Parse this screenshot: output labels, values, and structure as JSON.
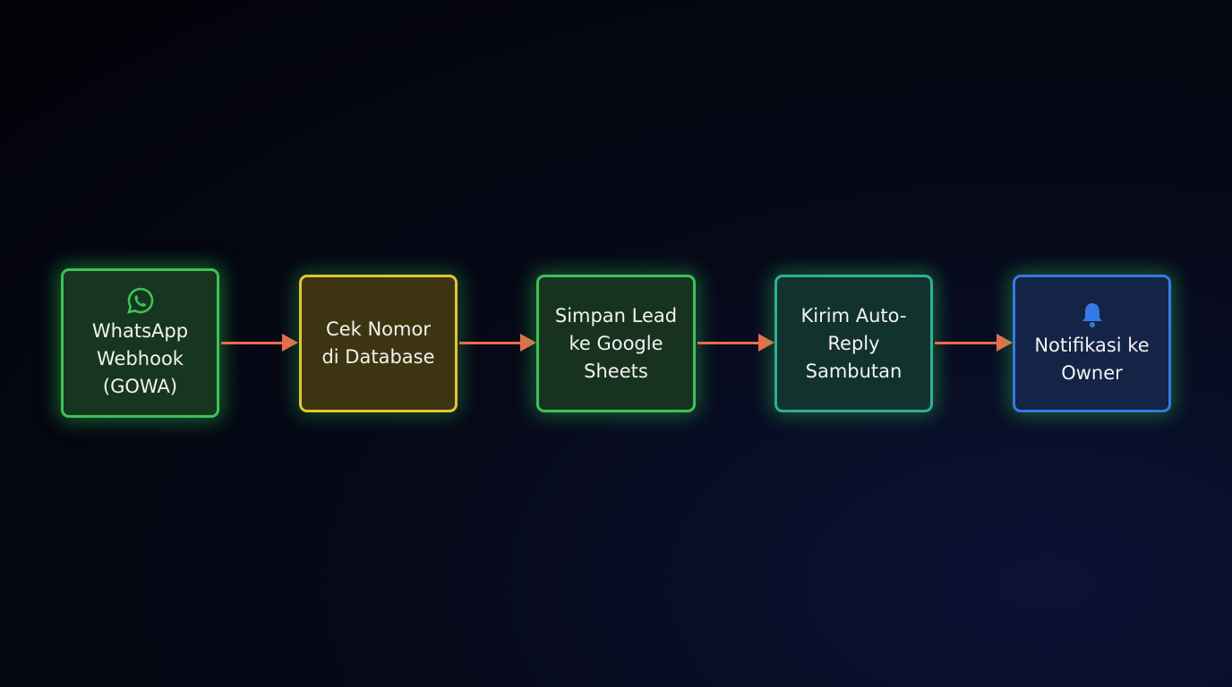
{
  "nodes": [
    {
      "label": "WhatsApp\nWebhook\n(GOWA)",
      "icon": "whatsapp-icon",
      "border": "#3fc257",
      "fill": "#17361f"
    },
    {
      "label": "Cek Nomor\ndi Database",
      "icon": null,
      "border": "#e3c52e",
      "fill": "#3d3511"
    },
    {
      "label": "Simpan Lead\nke Google\nSheets",
      "icon": null,
      "border": "#3fc257",
      "fill": "#17331f"
    },
    {
      "label": "Kirim Auto-\nReply\nSambutan",
      "icon": null,
      "border": "#2fae9a",
      "fill": "#12322e"
    },
    {
      "label": "Notifikasi ke\nOwner",
      "icon": "bell-icon",
      "border": "#3579e6",
      "fill": "#132446"
    }
  ],
  "colors": {
    "arrow": "#ef6a4a",
    "glow": "#2ecc55"
  }
}
